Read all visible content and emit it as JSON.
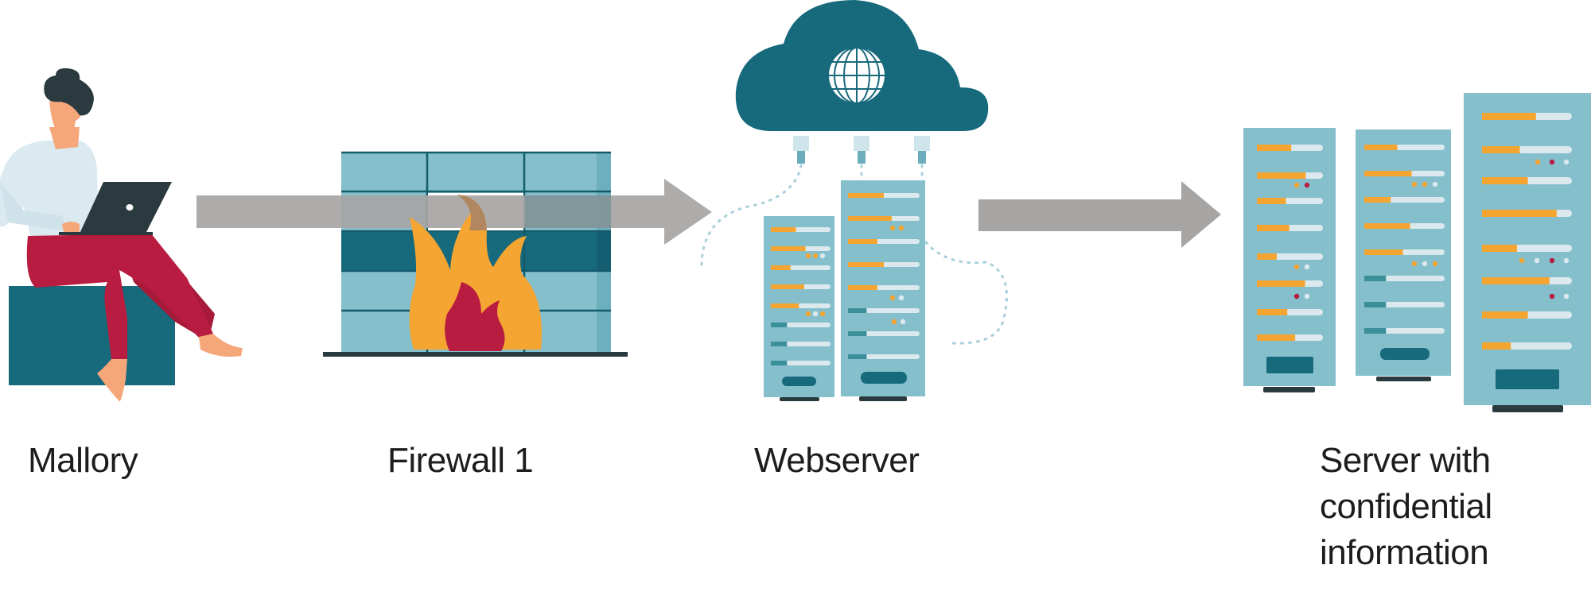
{
  "diagram": {
    "title": "Network attack path",
    "nodes": [
      {
        "id": "mallory",
        "label_lines": [
          "Mallory"
        ],
        "icon": "person-with-laptop-icon"
      },
      {
        "id": "firewall",
        "label_lines": [
          "Firewall 1"
        ],
        "icon": "firewall-icon"
      },
      {
        "id": "webserver",
        "label_lines": [
          "Webserver"
        ],
        "icon": "cloud-webserver-icon"
      },
      {
        "id": "confidential-server",
        "label_lines": [
          "Server with",
          "confidential",
          "information"
        ],
        "icon": "server-rack-icon"
      }
    ],
    "edges": [
      {
        "from": "mallory",
        "to": "webserver",
        "via": "firewall",
        "style": "arrow"
      },
      {
        "from": "webserver",
        "to": "confidential-server",
        "style": "arrow"
      }
    ]
  },
  "colors": {
    "teal_dark": "#17697c",
    "teal_light": "#85bfcc",
    "teal_shade": "#6cadbd",
    "orange": "#f5a532",
    "crimson": "#b81c40",
    "light_bar": "#dbe9ee",
    "charcoal": "#2b3a3f",
    "arrow_gray": "#a7a5a4",
    "skin": "#f5a77a",
    "shirt": "#dbe9f0",
    "text": "#1d1d1b"
  },
  "server_bars": {
    "webserver_left": [
      0.42,
      0.58,
      0.33,
      0.56,
      0.47,
      0.27,
      0.27,
      0.27
    ],
    "webserver_right": [
      0.5,
      0.61,
      0.41,
      0.5,
      0.41,
      0.26,
      0.26,
      0.26
    ],
    "confidential_a": [
      0.52,
      0.74,
      0.44,
      0.49,
      0.3,
      0.73,
      0.46,
      0.58
    ],
    "confidential_b": [
      0.41,
      0.59,
      0.33,
      0.57,
      0.48,
      0.27,
      0.27,
      0.27
    ],
    "confidential_c": [
      0.6,
      0.42,
      0.51,
      0.83,
      0.39,
      0.75,
      0.51,
      0.32
    ]
  }
}
